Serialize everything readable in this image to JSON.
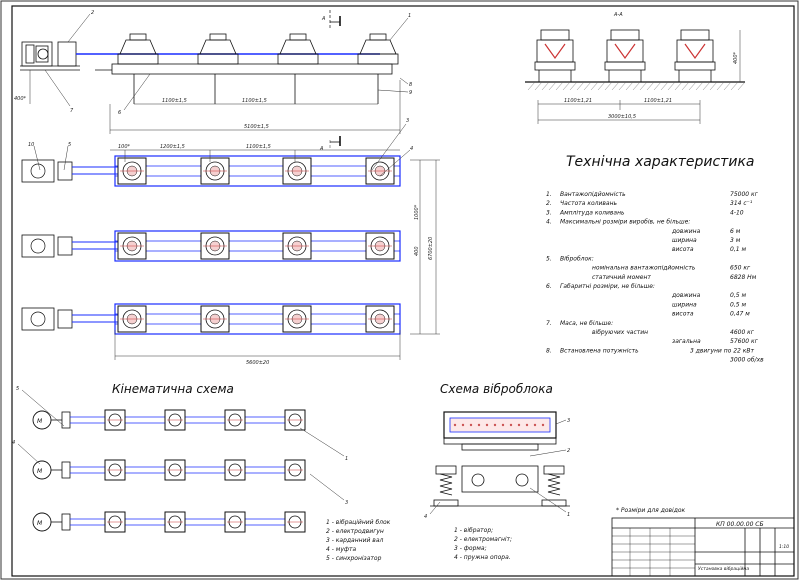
{
  "sections": {
    "aa_label": "A-A",
    "spec_title": "Технічна характеристика",
    "kinematic_title": "Кінематична схема",
    "vibro_title": "Схема віброблока",
    "note": "* Розміри для довідок"
  },
  "section_marks": [
    "A",
    "A"
  ],
  "callouts": [
    "1",
    "2",
    "3",
    "4",
    "5",
    "6",
    "7",
    "8",
    "9",
    "10"
  ],
  "dims": {
    "pitch_left": "1100±1,5",
    "pitch_mid": "1100±1,5",
    "total_top": "5100±1,5",
    "motor_h": "400*",
    "edge": "100*",
    "plan_pitch_a": "1200±1,5",
    "plan_pitch_b": "1100±1,5",
    "plan_total": "5600±20",
    "side_total": "6700±20",
    "side_w": "1000*",
    "side_gap": "400",
    "aa_pitch_a": "1100±1,21",
    "aa_pitch_b": "1100±1,21",
    "aa_total": "3000±10,5",
    "aa_height": "400*"
  },
  "specs": [
    {
      "n": "1.",
      "label": "Вантажопідйомність",
      "value": "75000 кг"
    },
    {
      "n": "2.",
      "label": "Частота коливань",
      "value": "314 с⁻¹"
    },
    {
      "n": "3.",
      "label": "Амплітуда коливань",
      "value": "4-10"
    },
    {
      "n": "4.",
      "label": "Максимальні розміри виробів, не більше:",
      "value": ""
    },
    {
      "n": "",
      "label": "довжина",
      "value": "6 м"
    },
    {
      "n": "",
      "label": "ширина",
      "value": "3 м"
    },
    {
      "n": "",
      "label": "висота",
      "value": "0,1 м"
    },
    {
      "n": "5.",
      "label": "Віброблок:",
      "value": ""
    },
    {
      "n": "",
      "label": "номінальна вантажопідйомність",
      "value": "650 кг"
    },
    {
      "n": "",
      "label": "статичний момент",
      "value": "6828 Нм"
    },
    {
      "n": "6.",
      "label": "Габаритні розміри, не більше:",
      "value": ""
    },
    {
      "n": "",
      "label": "довжина",
      "value": "0,5 м"
    },
    {
      "n": "",
      "label": "ширина",
      "value": "0,5 м"
    },
    {
      "n": "",
      "label": "висота",
      "value": "0,47 м"
    },
    {
      "n": "7.",
      "label": "Маса, не більше:",
      "value": ""
    },
    {
      "n": "",
      "label": "вібруючих частин",
      "value": "4600 кг"
    },
    {
      "n": "",
      "label": "загальна",
      "value": "57600 кг"
    },
    {
      "n": "8.",
      "label": "Встановлена потужність",
      "value": "3 двигуни по 22 кВт"
    },
    {
      "n": "",
      "label": "",
      "value": "3000 об/хв"
    }
  ],
  "kin_legend": [
    "1 - вібраційний блок",
    "2 - електродвигун",
    "3 - карданний вал",
    "4 - муфта",
    "5 - синхронізатор"
  ],
  "vibro_legend": [
    "1 - вібратор;",
    "2 - електромагніт;",
    "3 - форма;",
    "4 - пружна опора."
  ],
  "title_block": {
    "code": "КП 00.00.00 СБ",
    "desc": "Установка вібраційна",
    "sheet": "1:10"
  },
  "colors": {
    "line": "#111111",
    "blue": "#1a2dff",
    "dim": "#333333"
  }
}
